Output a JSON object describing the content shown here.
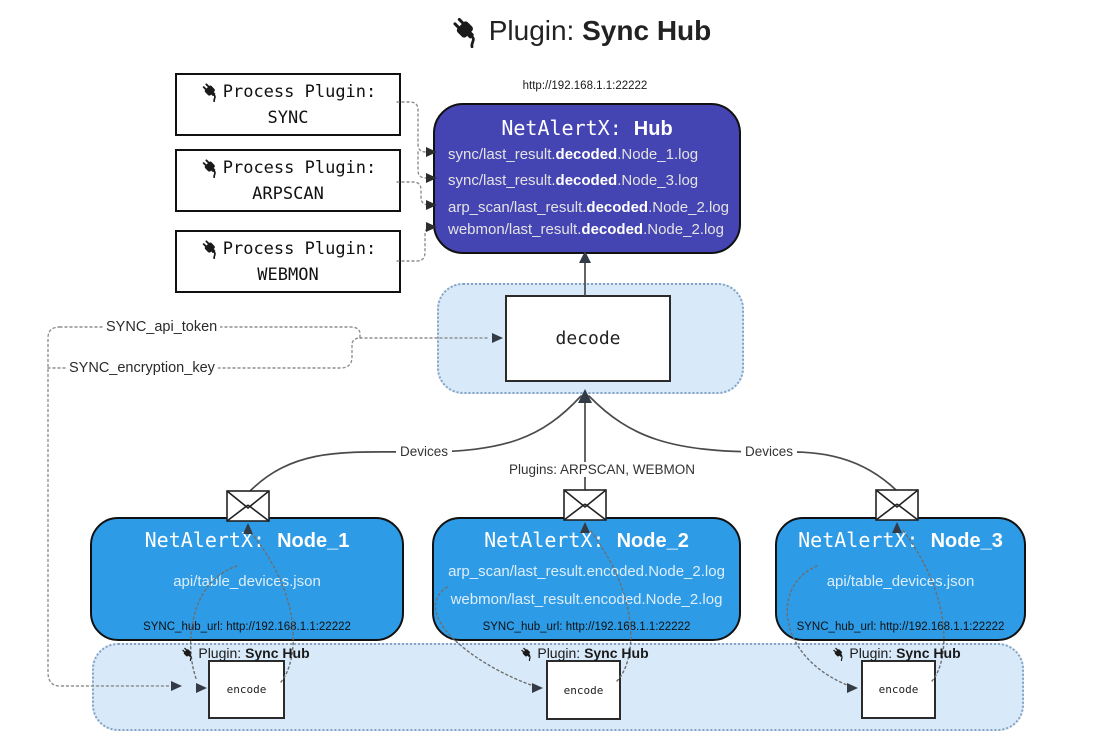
{
  "title": {
    "prefix": "Plugin: ",
    "bold": "Sync Hub"
  },
  "hub": {
    "url_label": "http://192.168.1.1:22222",
    "name_prefix": "NetAlertX: ",
    "name_bold": "Hub",
    "lines": [
      {
        "pre": "sync/last_result.",
        "bold": "decoded",
        "post": ".Node_1.log"
      },
      {
        "pre": "sync/last_result.",
        "bold": "decoded",
        "post": ".Node_3.log"
      },
      {
        "pre": "arp_scan/last_result.",
        "bold": "decoded",
        "post": ".Node_2.log"
      },
      {
        "pre": "webmon/last_result.",
        "bold": "decoded",
        "post": ".Node_2.log"
      }
    ]
  },
  "process_plugins": [
    {
      "line1": "Process Plugin:",
      "name": "SYNC"
    },
    {
      "line1": "Process Plugin:",
      "name": "ARPSCAN"
    },
    {
      "line1": "Process Plugin:",
      "name": "WEBMON"
    }
  ],
  "decode": {
    "label": "decode"
  },
  "config_labels": {
    "api_token": "SYNC_api_token",
    "encryption_key": "SYNC_encryption_key"
  },
  "edges": {
    "devices_left": "Devices",
    "devices_right": "Devices",
    "plugins_center": "Plugins: ARPSCAN, WEBMON"
  },
  "nodes": [
    {
      "name_prefix": "NetAlertX: ",
      "name_bold": "Node_1",
      "line1": "api/table_devices.json",
      "hub_url": "SYNC_hub_url: http://192.168.1.1:22222"
    },
    {
      "name_prefix": "NetAlertX: ",
      "name_bold": "Node_2",
      "line1": "arp_scan/last_result.encoded.Node_2.log",
      "line2": "webmon/last_result.encoded.Node_2.log",
      "hub_url": "SYNC_hub_url: http://192.168.1.1:22222"
    },
    {
      "name_prefix": "NetAlertX: ",
      "name_bold": "Node_3",
      "line1": "api/table_devices.json",
      "hub_url": "SYNC_hub_url: http://192.168.1.1:22222"
    }
  ],
  "encode": {
    "label": "encode",
    "plugin_prefix": "Plugin: ",
    "plugin_bold": "Sync Hub"
  },
  "colors": {
    "hub_fill": "#4444b3",
    "node_fill": "#2e9be6",
    "container_fill": "#d8e9f9",
    "container_border": "#84a3c3",
    "line_dark": "#4a4a4a",
    "arrow_dark": "#333b47"
  }
}
